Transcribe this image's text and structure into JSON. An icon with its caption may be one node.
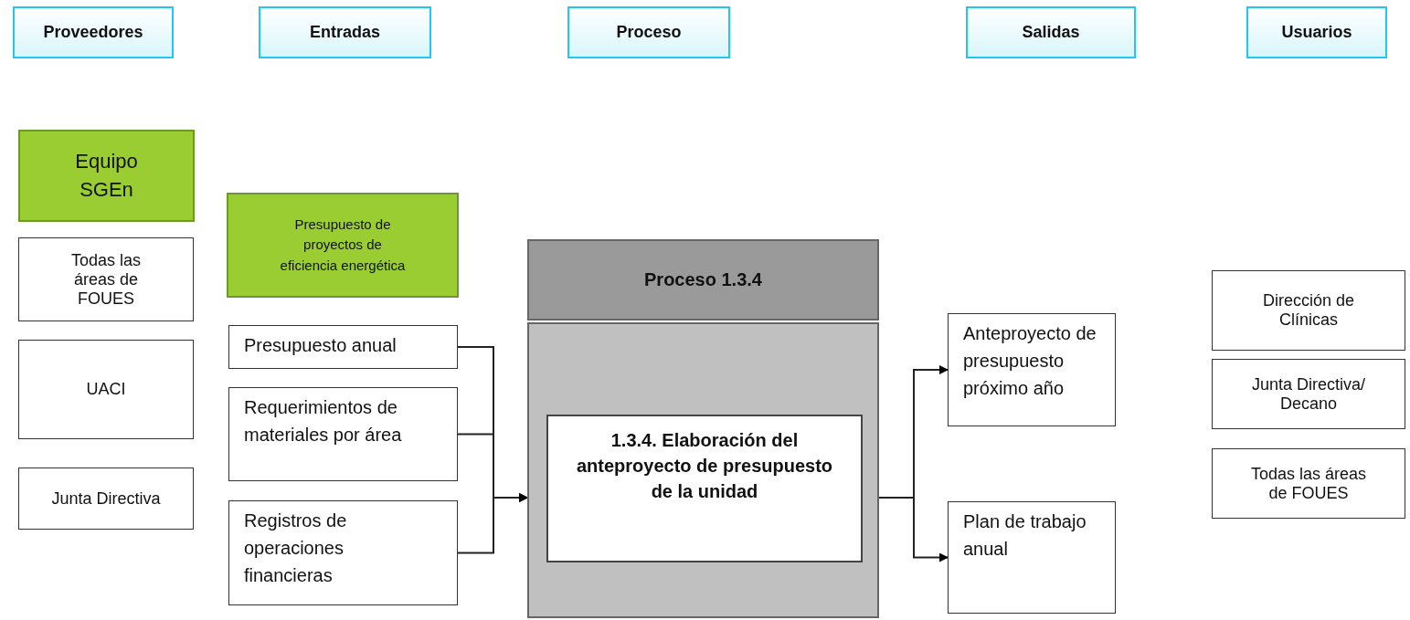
{
  "diagram": {
    "nodes": [
      {
        "text": [
          "Proveedores"
        ]
      },
      {
        "text": [
          "Entradas"
        ]
      },
      {
        "text": [
          "Proceso"
        ]
      },
      {
        "text": [
          "Salidas"
        ]
      },
      {
        "text": [
          "Usuarios"
        ]
      },
      {
        "text": [
          "Equipo SGEn"
        ]
      },
      {
        "text": [
          "Todas las áreas de FOUES"
        ]
      },
      {
        "text": [
          "UACI"
        ]
      },
      {
        "text": [
          "Junta Directiva"
        ]
      },
      {
        "text": [
          "Presupuesto de proyectos de eficiencia energética"
        ]
      },
      {
        "text": [
          "Presupuesto anual"
        ]
      },
      {
        "text": [
          "Requerimientos de materiales por área"
        ]
      },
      {
        "text": [
          "Registros de operaciones financieras"
        ]
      },
      {
        "text": [
          "Proceso 1.3.4"
        ]
      },
      {
        "text": [],
        "shape": "box"
      },
      {
        "text": [
          "1.3.4. Elaboración del anteproyecto de presupuesto de la unidad"
        ],
        "in": 14
      },
      {
        "text": [
          "Anteproyecto de presupuesto próximo año"
        ]
      },
      {
        "text": [
          "Plan de trabajo anual"
        ]
      },
      {
        "text": [
          "Dirección de Clínicas"
        ]
      },
      {
        "text": [
          "Junta Directiva/ Decano"
        ]
      },
      {
        "text": [
          "Todas las áreas de FOUES"
        ]
      }
    ],
    "edges": [
      {
        "from": 10,
        "to": 14,
        "arrow": "to"
      },
      {
        "from": 11,
        "to": 14,
        "arrow": "to"
      },
      {
        "from": 12,
        "to": 14,
        "arrow": "to"
      },
      {
        "from": 14,
        "to": 16,
        "arrow": "to"
      },
      {
        "from": 14,
        "to": 17,
        "arrow": "to"
      }
    ]
  }
}
